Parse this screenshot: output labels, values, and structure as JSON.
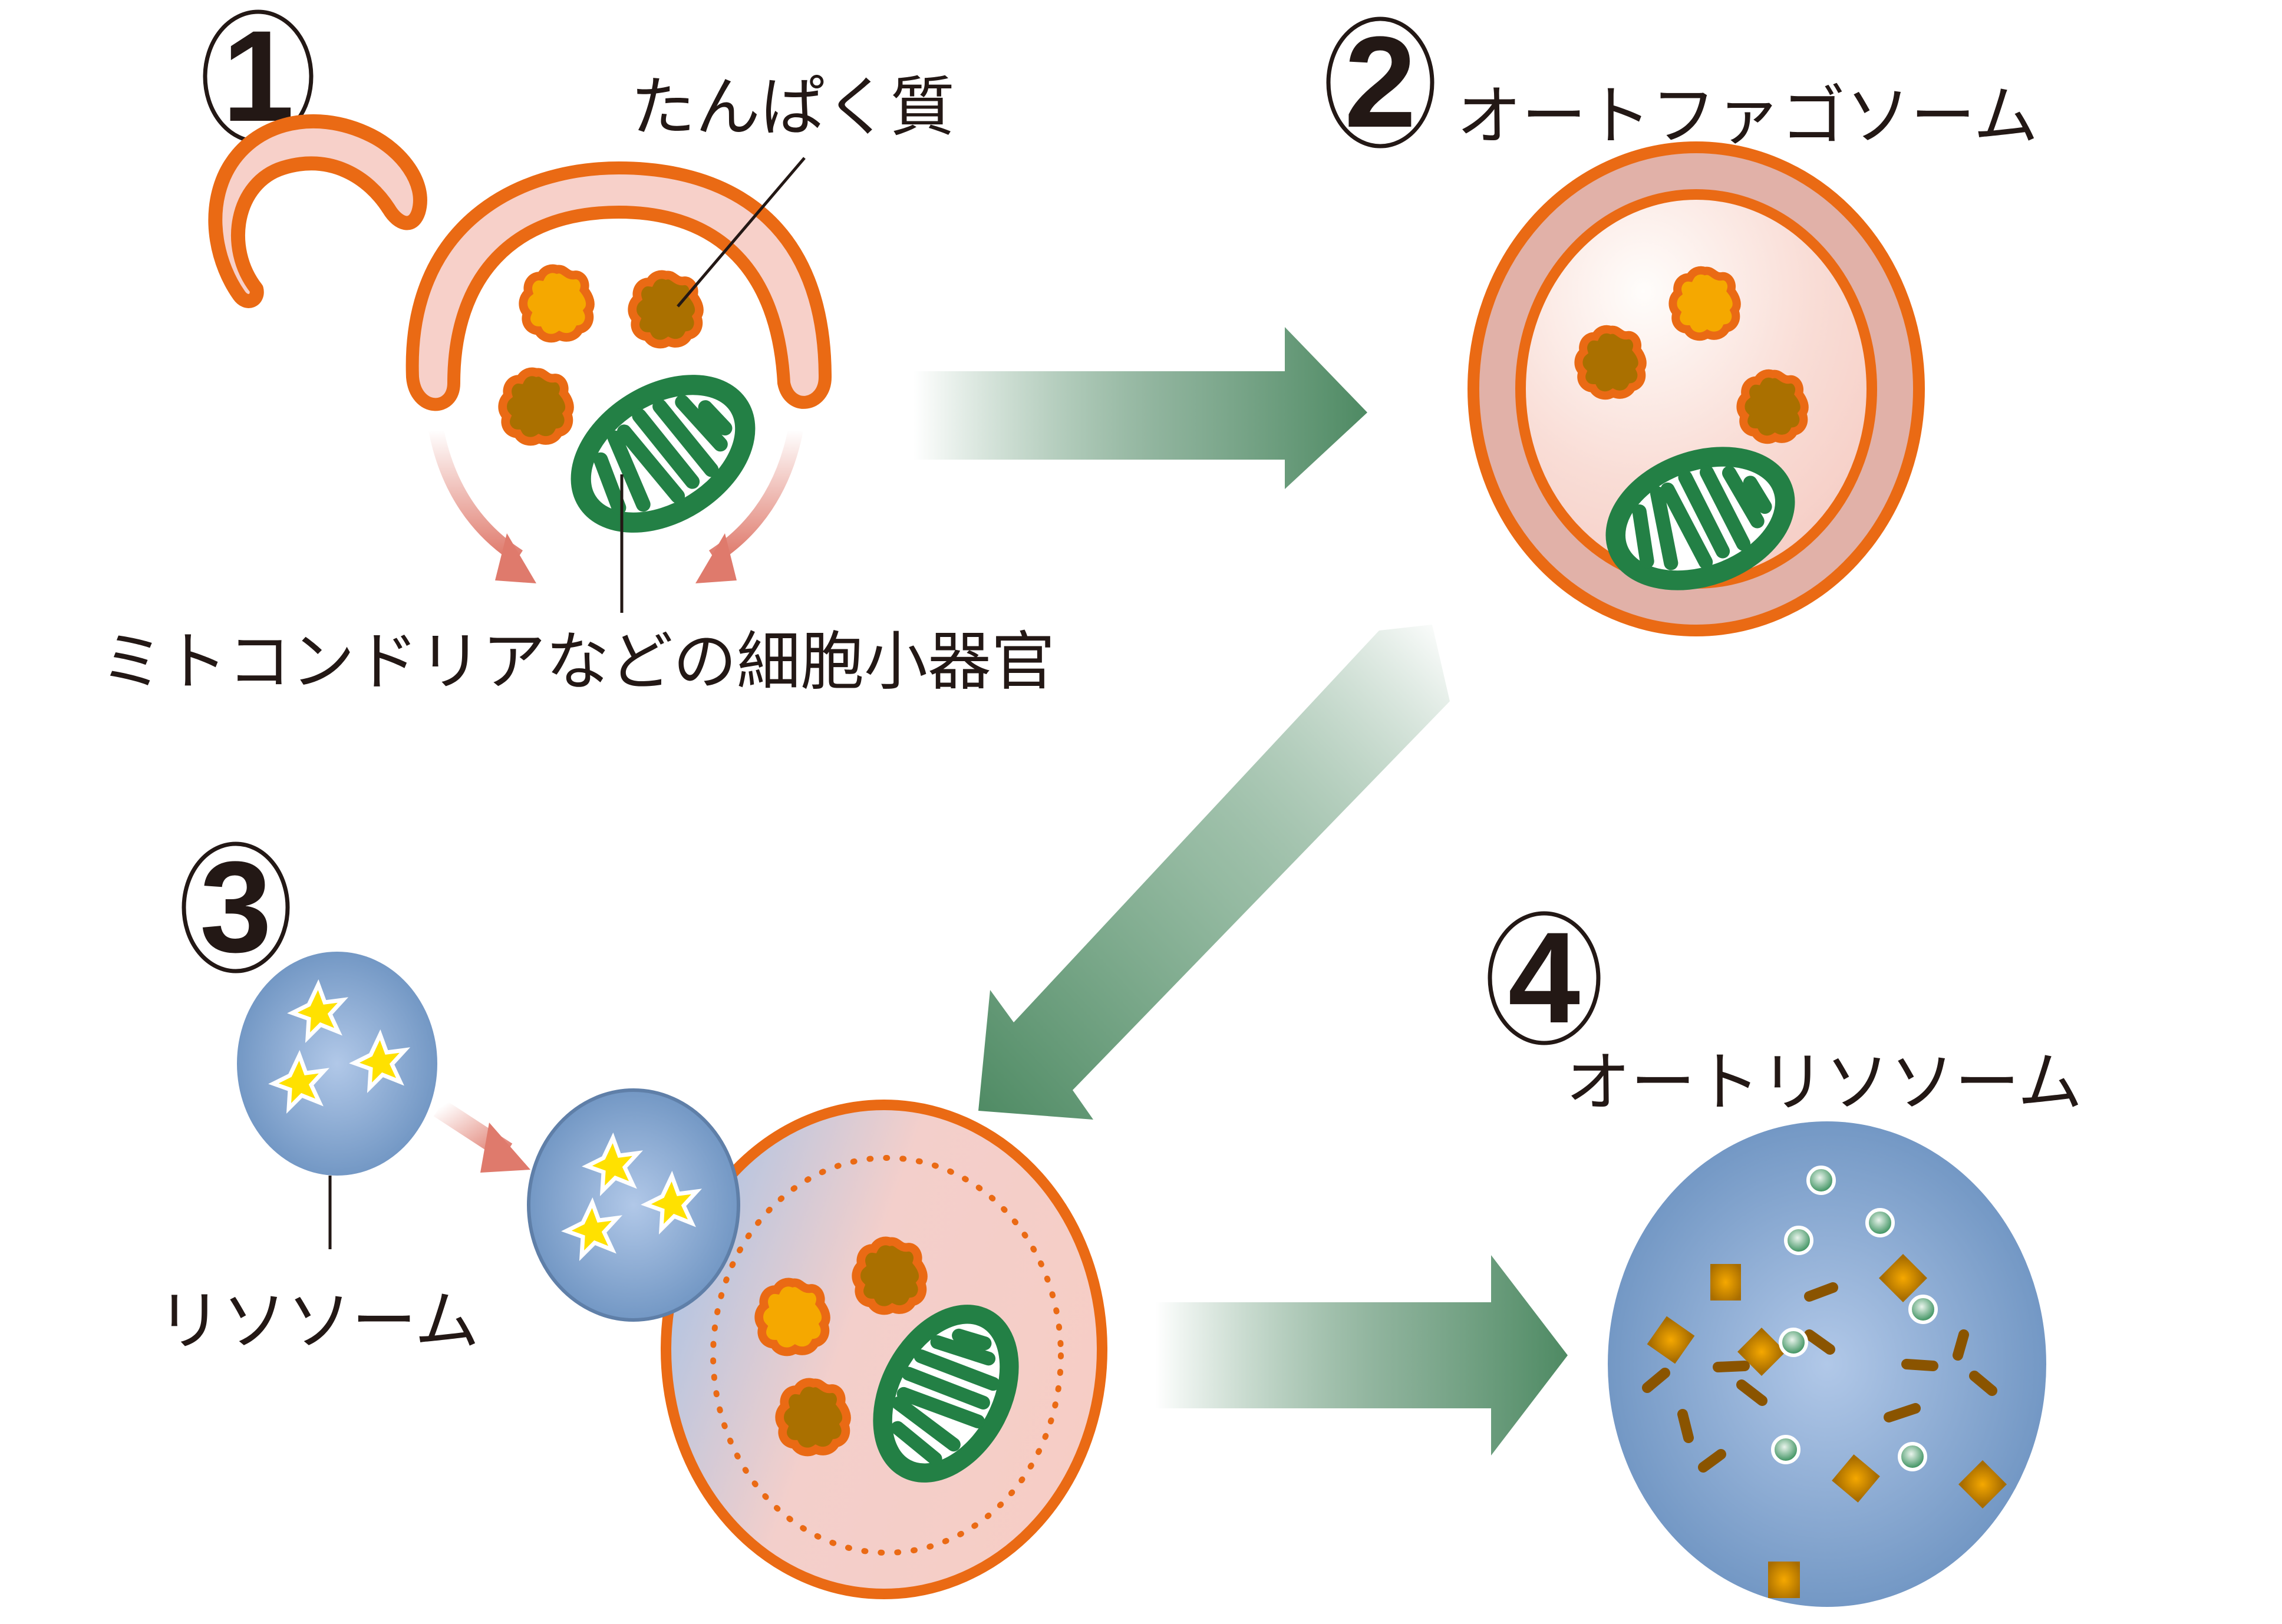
{
  "steps": [
    {
      "number": "1",
      "label": "たんぱく質",
      "sublabel": "ミトコンドリアなどの細胞小器官"
    },
    {
      "number": "2",
      "label": "オートファゴソーム"
    },
    {
      "number": "3",
      "label": "リソソーム"
    },
    {
      "number": "4",
      "label": "オートリソソーム"
    }
  ],
  "colors": {
    "membrane_stroke": "#ea6a14",
    "membrane_fill": "#f7d0c9",
    "membrane_outer": "#e1b1a8",
    "protein_light": "#f5a800",
    "protein_dark": "#aa7000",
    "mitochondria": "#238045",
    "lysosome": "#6f95c3",
    "lysosome_center": "#adc5e6",
    "enzyme_star": "#ffe100",
    "arrow_green": "#4e8a63",
    "arrow_pink": "#df7a6c",
    "text": "#231815"
  }
}
